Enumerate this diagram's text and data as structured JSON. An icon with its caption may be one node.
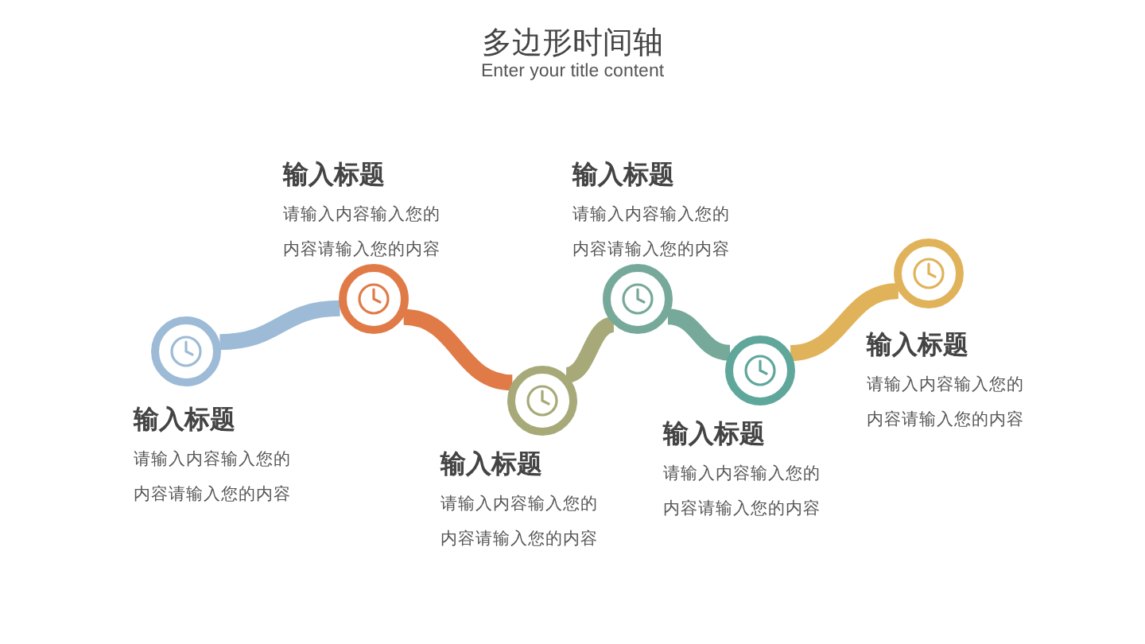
{
  "diagram": {
    "title": "多边形时间轴",
    "nodes": [
      {
        "text": [],
        "shape": "circle",
        "beside": [
          "输入标题",
          "请输入内容输入您的内容请输入您的内容"
        ]
      },
      {
        "text": [],
        "shape": "circle",
        "beside": [
          "输入标题",
          "请输入内容输入您的内容请输入您的内容"
        ]
      },
      {
        "text": [],
        "shape": "circle",
        "beside": [
          "输入标题",
          "请输入内容输入您的内容请输入您的内容"
        ]
      },
      {
        "text": [],
        "shape": "circle",
        "beside": [
          "输入标题",
          "请输入内容输入您的内容请输入您的内容"
        ]
      },
      {
        "text": [],
        "shape": "circle",
        "beside": [
          "输入标题",
          "请输入内容输入您的内容请输入您的内容"
        ]
      },
      {
        "text": [],
        "shape": "circle",
        "beside": [
          "输入标题",
          "请输入内容输入您的内容请输入您的内容"
        ]
      }
    ],
    "edges": [
      {
        "from": 0,
        "to": 1,
        "arrow": "none",
        "color": "#9dbbd6"
      },
      {
        "from": 1,
        "to": 2,
        "arrow": "none",
        "color": "#e07b48"
      },
      {
        "from": 2,
        "to": 3,
        "arrow": "none",
        "color": "#a7aa78"
      },
      {
        "from": 3,
        "to": 4,
        "arrow": "none",
        "color": "#76a99a"
      },
      {
        "from": 4,
        "to": 5,
        "arrow": "none",
        "color": "#e0b35a"
      }
    ],
    "labels": [
      "Enter your title content"
    ]
  }
}
